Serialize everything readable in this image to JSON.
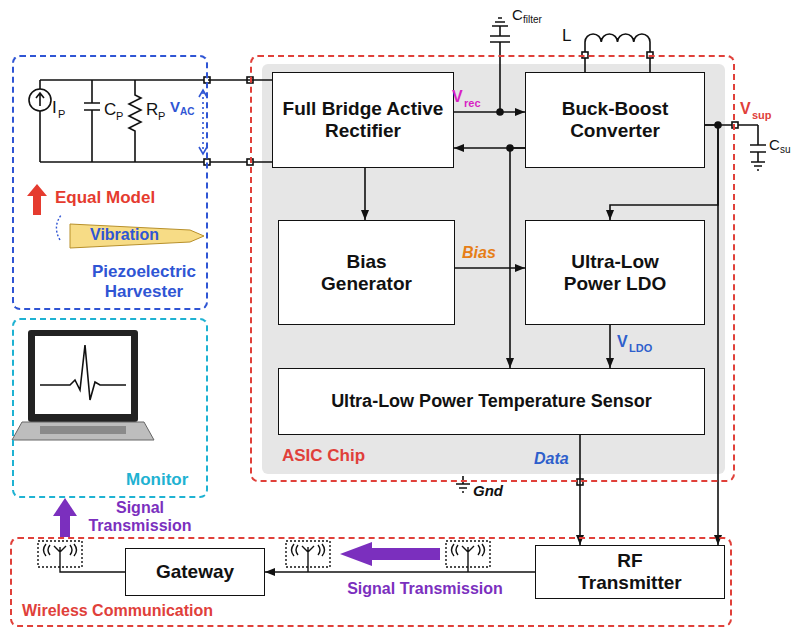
{
  "diagram": {
    "nodes": [
      {
        "text": [
          "Piezoelectric Harvester"
        ]
      },
      {
        "text": [
          "ASIC Chip"
        ]
      },
      {
        "text": [
          "Full Bridge Active Rectifier"
        ],
        "in": 1
      },
      {
        "text": [
          "Buck-Boost Converter"
        ],
        "in": 1
      },
      {
        "text": [
          "Bias Generator"
        ],
        "in": 1
      },
      {
        "text": [
          "Ultra-Low Power LDO"
        ],
        "in": 1
      },
      {
        "text": [
          "Ultra-Low Power Temperature Sensor"
        ],
        "in": 1
      },
      {
        "text": [
          "Monitor"
        ]
      },
      {
        "text": [
          "Wireless Communication"
        ]
      },
      {
        "text": [
          "Gateway"
        ],
        "in": 8
      },
      {
        "text": [
          "RF Transmitter"
        ],
        "in": 8
      }
    ],
    "edges": [
      {
        "from": 0,
        "to": 2,
        "arrow": "none"
      },
      {
        "from": 2,
        "to": 3,
        "arrow": "to"
      },
      {
        "from": 3,
        "to": 2,
        "arrow": "to"
      },
      {
        "from": 2,
        "to": 4,
        "arrow": "to"
      },
      {
        "from": 3,
        "to": 6,
        "arrow": "to"
      },
      {
        "from": 4,
        "to": 5,
        "label": "Bias",
        "arrow": "to"
      },
      {
        "from": 3,
        "to": 5,
        "arrow": "to"
      },
      {
        "from": 5,
        "to": 6,
        "arrow": "to"
      },
      {
        "from": 6,
        "to": 10,
        "label": "Data",
        "arrow": "to"
      },
      {
        "from": 3,
        "to": 10,
        "arrow": "to"
      },
      {
        "from": 10,
        "to": 9,
        "label": "Signal Transmission",
        "arrow": "to"
      },
      {
        "from": 8,
        "to": 7,
        "label": "Signal Transmission",
        "arrow": "to"
      }
    ],
    "labels": [
      "I",
      "P",
      "C",
      "P",
      "R",
      "P",
      "V",
      "AC",
      "Equal Model",
      "Vibration",
      "C",
      "filter",
      "V",
      "rec",
      "L",
      "V",
      "sup",
      "C",
      "su",
      "V",
      "LDO",
      "Gnd"
    ]
  }
}
